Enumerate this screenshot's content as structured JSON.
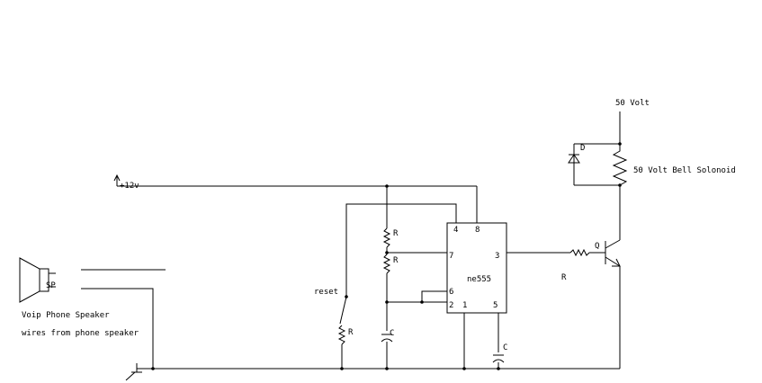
{
  "labels": {
    "supply": "+12v",
    "high_voltage": "50 Volt",
    "solenoid": "50 Volt Bell Solonoid",
    "diode": "D",
    "transistor": "Q",
    "base_resistor": "R",
    "r1": "R",
    "r2": "R",
    "reset": "reset",
    "reset_resistor": "R",
    "cap_timing": "C",
    "cap_control": "C",
    "ic_name": "ne555",
    "speaker_tag": "SP",
    "speaker_name": "Voip Phone Speaker",
    "speaker_wires": "wires from phone speaker",
    "pin4": "4",
    "pin8": "8",
    "pin7": "7",
    "pin3": "3",
    "pin6": "6",
    "pin2": "2",
    "pin1": "1",
    "pin5": "5"
  }
}
